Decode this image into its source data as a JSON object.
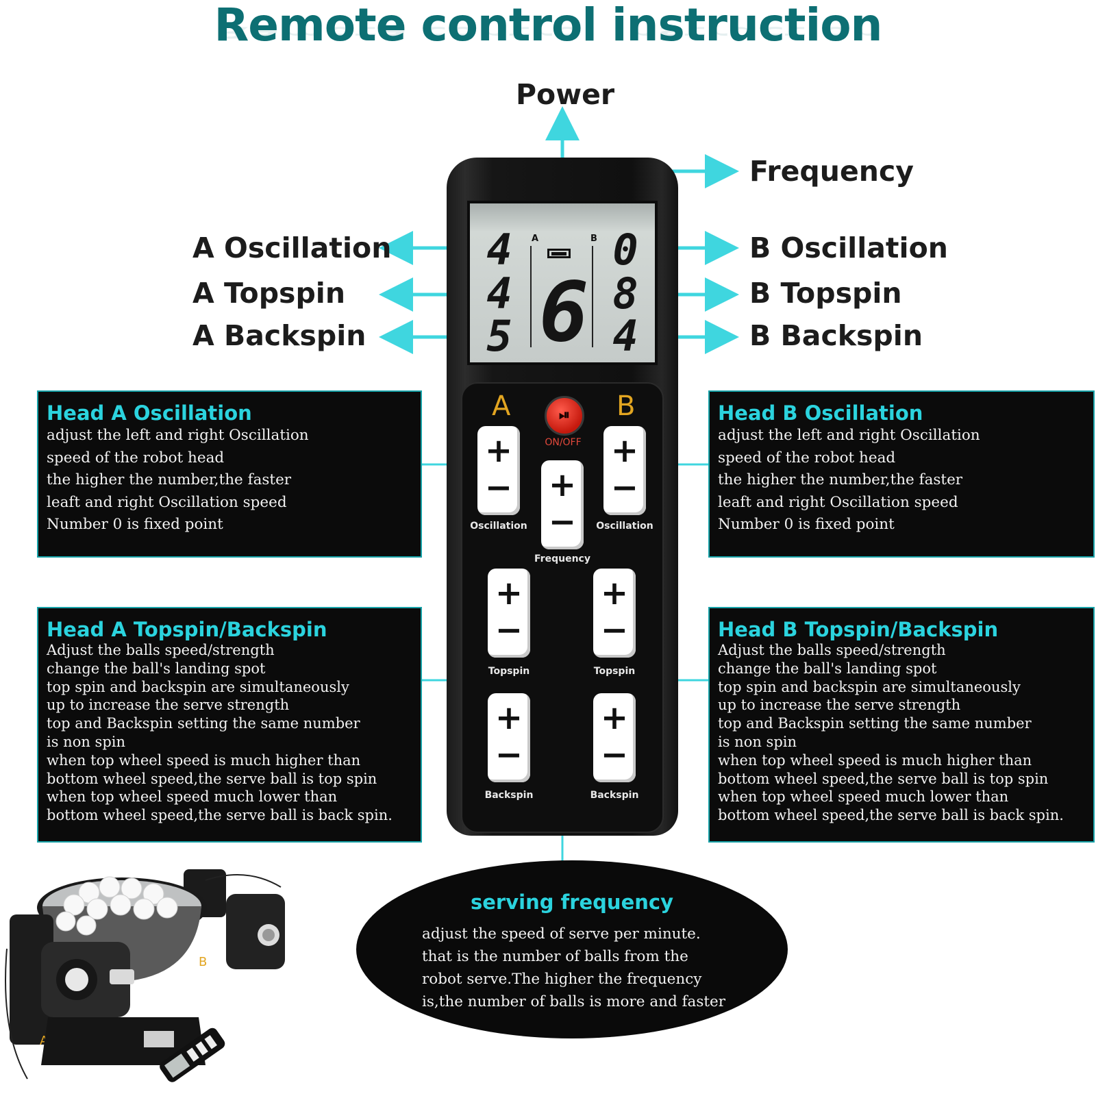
{
  "title": "Remote control instruction",
  "callouts": {
    "power": "Power",
    "frequency": "Frequency",
    "a_oscillation": "A Oscillation",
    "a_topspin": "A Topspin",
    "a_backspin": "A Backspin",
    "b_oscillation": "B Oscillation",
    "b_topspin": "B Topspin",
    "b_backspin": "B Backspin"
  },
  "display": {
    "a_values": [
      "4",
      "4",
      "5"
    ],
    "frequency_value": "6",
    "b_values": [
      "0",
      "8",
      "4"
    ],
    "marker_a": "A",
    "marker_b": "B"
  },
  "remote": {
    "head_a": "A",
    "head_b": "B",
    "onoff_label": "ON/OFF",
    "onoff_icon": "⏯",
    "plus": "+",
    "minus": "−",
    "oscillation_label": "Oscillation",
    "frequency_label": "Frequency",
    "topspin_label": "Topspin",
    "backspin_label": "Backspin"
  },
  "head_a_oscillation": {
    "title": "Head A Oscillation",
    "lines": [
      "adjust the left and right Oscillation",
      "speed of the robot head",
      "the higher the number,the faster",
      "leaft and right Oscillation speed",
      "Number 0 is fixed point"
    ]
  },
  "head_b_oscillation": {
    "title": "Head B Oscillation",
    "lines": [
      "adjust the left and right Oscillation",
      "speed of the robot head",
      "the higher the number,the faster",
      "leaft and right Oscillation speed",
      "Number 0 is fixed point"
    ]
  },
  "head_a_spin": {
    "title": "Head A Topspin/Backspin",
    "lines": [
      "Adjust the balls speed/strength",
      "change the ball's landing spot",
      "top spin and backspin are simultaneously",
      "up to increase the serve strength",
      "top and Backspin setting the same number",
      "is non spin",
      "when top wheel speed is much higher than",
      "bottom wheel speed,the serve ball is top spin",
      "when top wheel speed much lower than",
      "bottom wheel speed,the serve ball is back spin."
    ]
  },
  "head_b_spin": {
    "title": "Head B Topspin/Backspin",
    "lines": [
      "Adjust the balls speed/strength",
      "change the ball's landing spot",
      "top spin and backspin are simultaneously",
      "up to increase the serve strength",
      "top and Backspin setting the same number",
      "is non spin",
      "when top wheel speed is much higher than",
      "bottom wheel speed,the serve ball is top spin",
      "when top wheel speed much lower than",
      "bottom wheel speed,the serve ball is back spin."
    ]
  },
  "serving_frequency": {
    "title": "serving frequency",
    "lines": [
      "adjust the speed of serve per minute.",
      "that is the number of balls from the",
      "robot serve.The higher the frequency",
      "is,the number of balls is more and faster"
    ]
  },
  "robot": {
    "label_a": "A",
    "label_b": "B"
  },
  "colors": {
    "title": "#0d6f73",
    "arrow": "#3fd6df",
    "box_title": "#2bd3de",
    "head_label": "#e2a521",
    "onoff": "#d0241a"
  }
}
